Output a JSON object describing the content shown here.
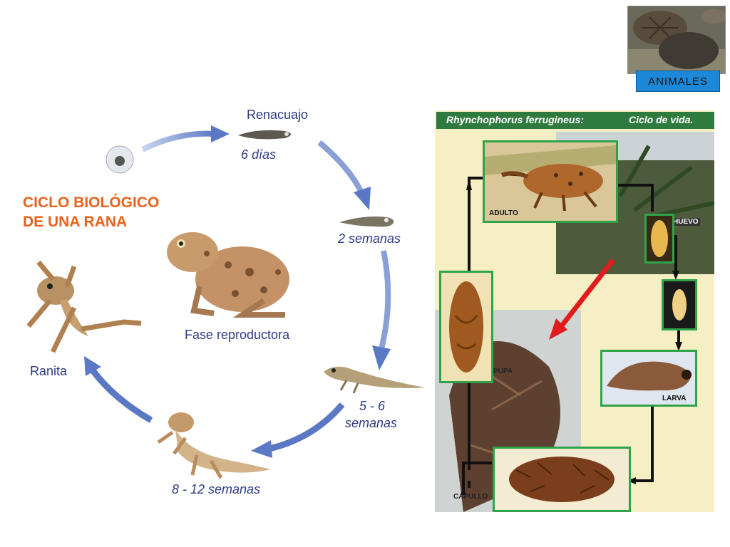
{
  "title": {
    "line1": "CICLO BIOLÓGICO",
    "line2": "DE UNA RANA"
  },
  "corner_badge": "ANIMALES",
  "frog_cycle": {
    "renacuajo": "Renacuajo",
    "dias6": "6 días",
    "semanas2": "2 semanas",
    "semanas56_a": "5 - 6",
    "semanas56_b": "semanas",
    "semanas812": "8 - 12 semanas",
    "ranita": "Ranita",
    "fase": "Fase reproductora"
  },
  "weevil": {
    "title_species": "Rhynchophorus ferrugineus:",
    "title_rest": "Ciclo de vida.",
    "adulto": "ADULTO",
    "huevo": "HUEVO",
    "larva": "LARVA",
    "pupa": "PUPA",
    "capullo": "CAPULLO"
  },
  "colors": {
    "title": "#e8621c",
    "labels": "#2e3a87",
    "arrow": "#5b78c4",
    "frame": "#2fa34a",
    "badge": "#1e88d8"
  }
}
